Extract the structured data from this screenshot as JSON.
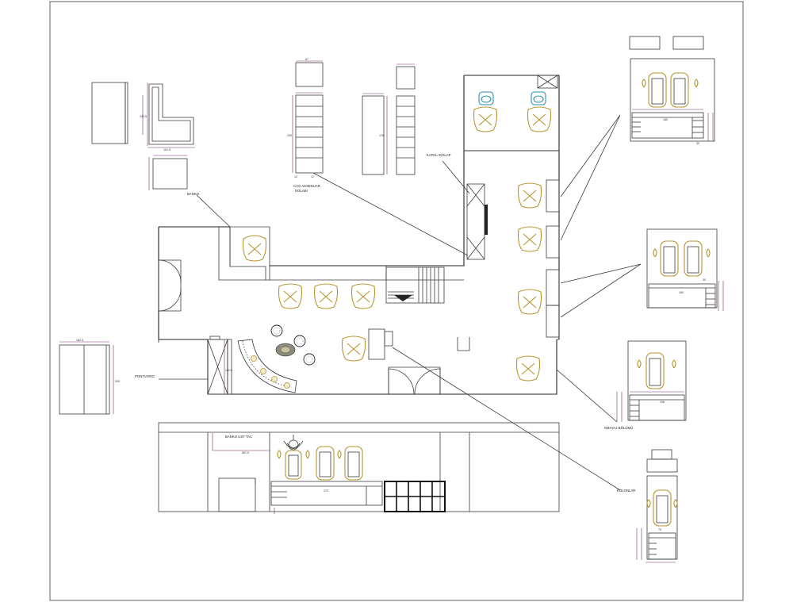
{
  "labels": {
    "banko": "BANKO",
    "cag_aksesuar_1": "CAG AKSESUAR",
    "cag_aksesuar_2": "DOLABI",
    "kapali_dolap": "KAPALI DOLAP",
    "pontvario": "PONTVARIO",
    "banko_ust_tac": "BANKO UST TAC",
    "kolonlar": "KOLONLAR",
    "sminyaj_bolumu": "SMAYAJ BÖLÜMÜ"
  },
  "dimensions": {
    "d87": "87",
    "d40": "40",
    "d93": "93",
    "d60": "60",
    "d200": "200",
    "d178": "178",
    "d1015": "101.5",
    "d1425": "142.5",
    "d270": "270",
    "d5875": "587.5",
    "d185": "185",
    "d160": "160",
    "d106": "106",
    "d1625": "162.5",
    "d12": "12",
    "d30": "30",
    "d75": "75",
    "d94": "94"
  },
  "colors": {
    "line": "#333333",
    "dimension": "#7a2a6b",
    "furniture_gold": "#b8952e",
    "sink_blue": "#2e8fb0"
  }
}
